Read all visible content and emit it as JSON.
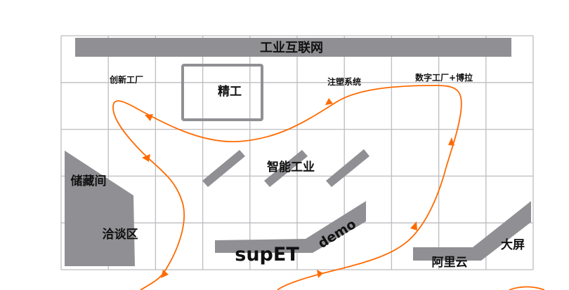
{
  "colors": {
    "grid": "#bdbdc0",
    "zone": "#909094",
    "path": "#ff6a00",
    "text": "#111111"
  },
  "labels": {
    "header": "工业互联网",
    "innovation_factory": "创新工厂",
    "jinggong": "精工",
    "injection_system": "注塑系统",
    "digital_factory": "数字工厂+博拉",
    "storage": "储藏间",
    "smart_industry": "智能工业",
    "meeting_area": "洽谈区",
    "supet": "supET",
    "demo": "demo",
    "aliyun": "阿里云",
    "big_screen": "大屏"
  }
}
